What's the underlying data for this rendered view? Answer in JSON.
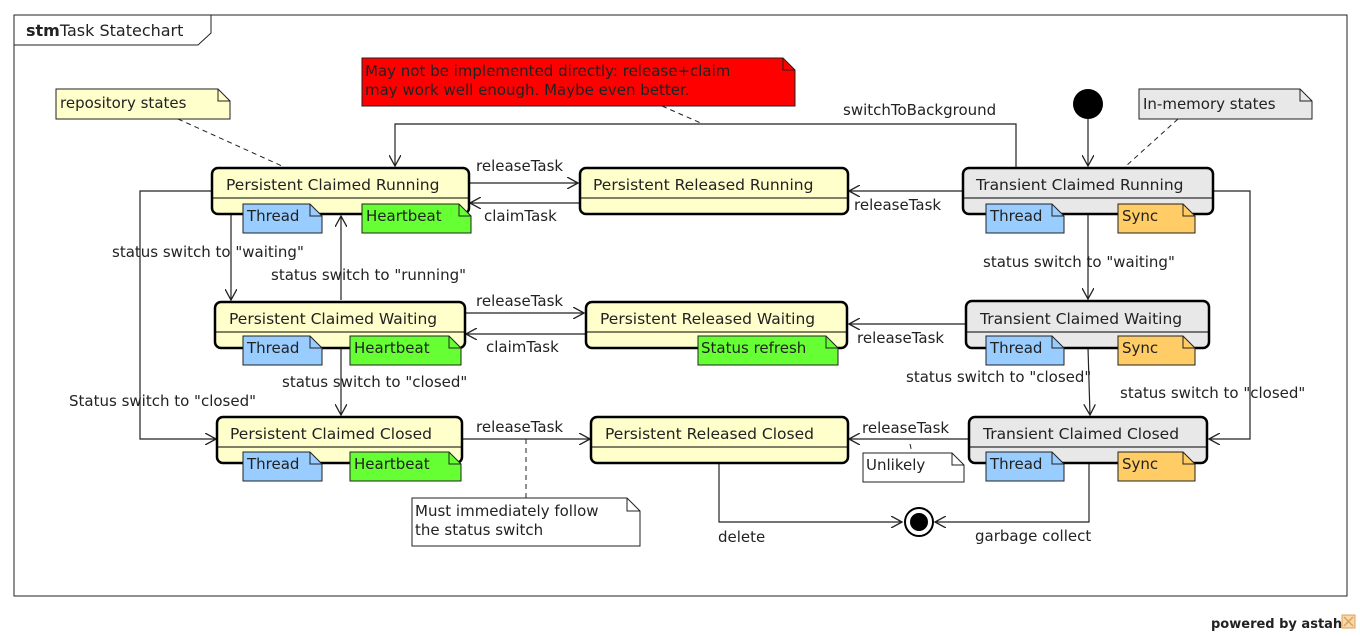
{
  "frame": {
    "keyword": "stm",
    "name": "Task Statechart"
  },
  "colors": {
    "persistent_state_fill": "#ffffcc",
    "transient_state_fill": "#e8e8e8",
    "thread_tag": "#99ccff",
    "heartbeat_tag": "#66ff33",
    "sync_tag": "#ffcc66",
    "warning_note": "#ff0000"
  },
  "states": {
    "pcr": {
      "name": "Persistent Claimed Running"
    },
    "prr": {
      "name": "Persistent Released Running"
    },
    "tcr": {
      "name": "Transient Claimed Running"
    },
    "pcw": {
      "name": "Persistent Claimed Waiting"
    },
    "prw": {
      "name": "Persistent Released Waiting"
    },
    "tcw": {
      "name": "Transient Claimed Waiting"
    },
    "pcc": {
      "name": "Persistent Claimed Closed"
    },
    "prc": {
      "name": "Persistent Released Closed"
    },
    "tcc": {
      "name": "Transient Claimed Closed"
    }
  },
  "tags": {
    "thread": "Thread",
    "heartbeat": "Heartbeat",
    "sync": "Sync",
    "status_refresh": "Status refresh"
  },
  "notes": {
    "repository": "repository states",
    "in_memory": "In-memory states",
    "warning_line1": "May not be implemented directly: release+claim",
    "warning_line2": "may work well enough. Maybe even better.",
    "unlikely": "Unlikely",
    "must_line1": "Must immediately follow",
    "must_line2": "the status switch"
  },
  "transitions": {
    "release_task": "releaseTask",
    "claim_task": "claimTask",
    "switch_to_background": "switchToBackground",
    "to_waiting": "status switch to \"waiting\"",
    "to_running": "status switch to \"running\"",
    "to_closed": "status switch to \"closed\"",
    "to_closed_cap": "Status switch to \"closed\"",
    "delete": "delete",
    "garbage_collect": "garbage collect"
  },
  "footer": {
    "powered_by": "powered by astah*"
  }
}
